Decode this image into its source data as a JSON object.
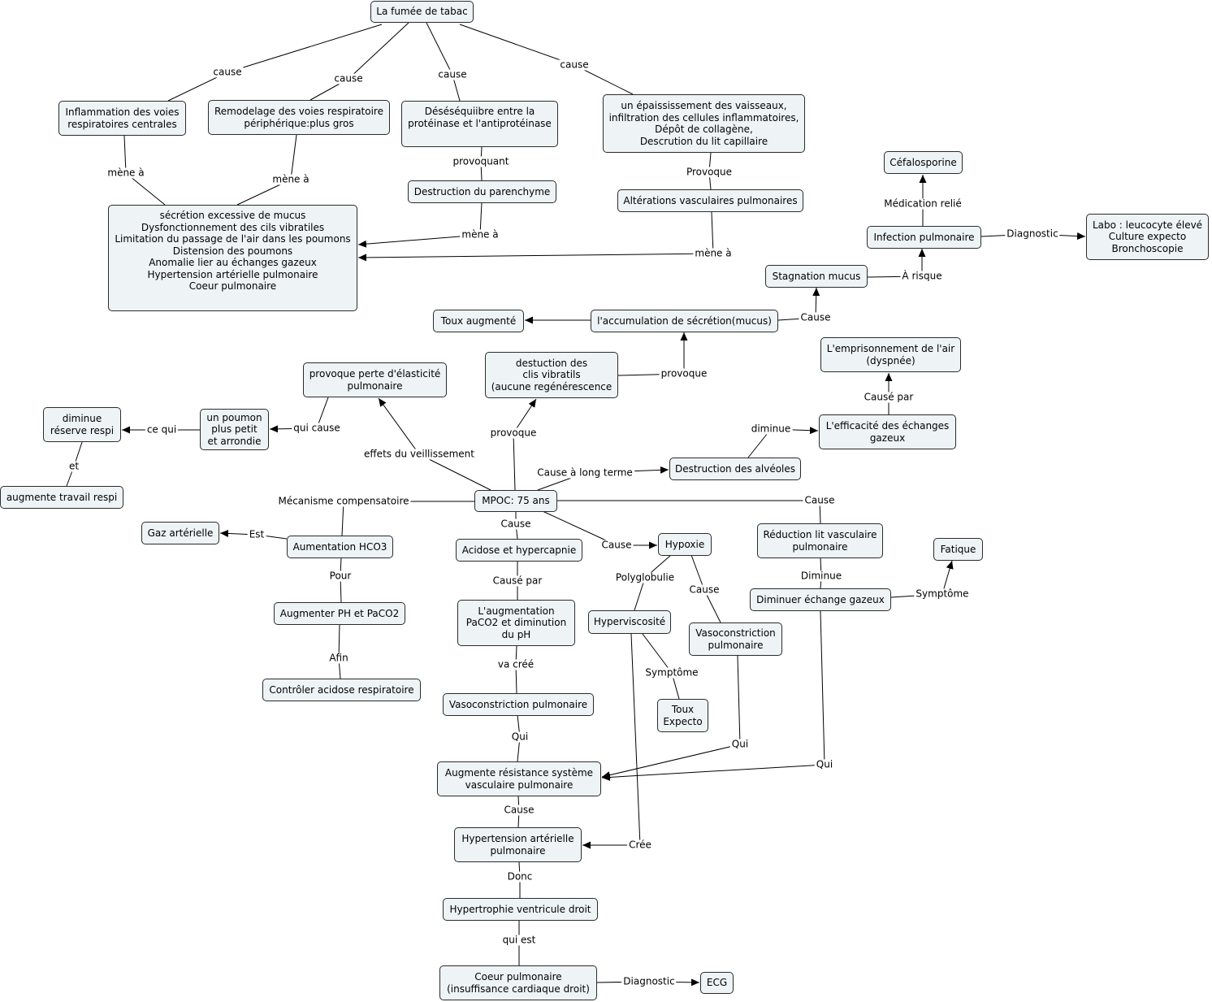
{
  "colors": {
    "node_fill": "#eef3f5",
    "node_border": "#2b2b2b",
    "line": "#000000",
    "background": "#ffffff"
  },
  "nodes": {
    "fumee_tabac": "La fumée de tabac",
    "inflammation_voies": "Inflammation des voies\nrespiratoires centrales",
    "remodelage_voies": "Remodelage des voies respiratoire\npériphérique:plus gros",
    "desequilibre_proteinase": "Déséséquiibre entre la\nprotéinase et l'antiprotéinase",
    "epaississement_vaisseaux": "un épaississement des vaisseaux,\ninfiltration des cellules inflammatoires,\nDépôt de collagène,\nDescrution du lit capillaire",
    "destruction_parenchyme": "Destruction du parenchyme",
    "alterations_vasculaires": "Altérations vasculaires pulmonaires",
    "consequences": "sécrétion excessive de mucus\nDysfonctionnement des cils vibratiles\nLimitation du passage de l'air dans les poumons\nDistension des poumons\nAnomalie lier au échanges gazeux\nHypertension artérielle pulmonaire\nCoeur pulmonaire",
    "cefalosporine": "Céfalosporine",
    "infection_pulmonaire": "Infection pulmonaire",
    "labo": "Labo : leucocyte élevé\nCulture expecto\nBronchoscopie",
    "stagnation_mucus": "Stagnation mucus",
    "toux_augmente": "Toux augmenté",
    "accumulation_secretion": "l'accumulation de sécrétion(mucus)",
    "emprisonnement_air": "L'emprisonnement de l'air\n(dyspnée)",
    "perte_elasticite": "provoque perte d'élasticité\npulmonaire",
    "destruction_cils": "destuction des\nclis vibratils\n(aucune regénérescence",
    "diminue_reserve": "diminue\nréserve respi",
    "poumon_petit": "un poumon\nplus petit\net arrondie",
    "efficacite_echanges": "L'efficacité des échanges\ngazeux",
    "destruction_alveoles": "Destruction des alvéoles",
    "travail_respi": "augmente travail respi",
    "mpoc": "MPOC: 75 ans",
    "gaz_arterielle": "Gaz artérielle",
    "augmentation_hco3": "Aumentation HCO3",
    "acidose_hypercapnie": "Acidose et hypercapnie",
    "hypoxie": "Hypoxie",
    "reduction_lit": "Réduction lit vasculaire\npulmonaire",
    "fatique": "Fatique",
    "diminuer_echange": "Diminuer échange gazeux",
    "augmenter_ph": "Augmenter PH et PaCO2",
    "augmentation_paco2": "L'augmentation\nPaCO2 et diminution\ndu pH",
    "hyperviscosite": "Hyperviscosité",
    "vasoconstriction_droite": "Vasoconstriction\npulmonaire",
    "controler_acidose": "Contrôler acidose respiratoire",
    "vasoconstriction_centre": "Vasoconstriction pulmonaire",
    "toux_expecto": "Toux\nExpecto",
    "resistance_vasculaire": "Augmente résistance système\nvasculaire pulmonaire",
    "hypertension": "Hypertension artérielle\npulmonaire",
    "hypertrophie": "Hypertrophie ventricule droit",
    "coeur_pulmonaire": "Coeur pulmonaire\n(insuffisance cardiaque droit)",
    "ecg": "ECG"
  },
  "links": {
    "fumee_inflammation": "cause",
    "fumee_remodelage": "cause",
    "fumee_desequilibre": "cause",
    "fumee_epaississement": "cause",
    "inflammation_consequences": "mène à",
    "remodelage_consequences": "mène à",
    "desequilibre_parenchyme": "provoquant",
    "parenchyme_consequences": "mène à",
    "epaississement_alterations": "Provoque",
    "alterations_consequences": "mène à",
    "infection_cefalosporine": "Médication relié",
    "infection_labo": "Diagnostic",
    "stagnation_infection": "À risque",
    "accumulation_stagnation": "Cause",
    "cils_accumulation": "provoque",
    "efficacite_emprisonnement": "Causé par",
    "alveoles_efficacite": "diminue",
    "mpoc_cils": "provoque",
    "mpoc_elasticite": "effets du veillissement",
    "elasticite_poumon": "qui cause",
    "poumon_reserve": "ce qui",
    "reserve_travail": "et",
    "mpoc_alveoles": "Cause à long terme",
    "mpoc_hco3": "Mécanisme compensatoire",
    "hco3_gaz": "Est",
    "hco3_ph": "Pour",
    "ph_controler": "Afin",
    "mpoc_acidose": "Cause",
    "acidose_paco2": "Causé par",
    "paco2_vasoconstriction": "va créé",
    "vasoconstriction_resistance": "Qui",
    "resistance_hypertension": "Cause",
    "hypertension_hypertrophie": "Donc",
    "hypertrophie_coeur": "qui est",
    "coeur_ecg": "Diagnostic",
    "mpoc_hypoxie": "Cause",
    "hypoxie_hyperviscosite": "Polyglobulie",
    "hypoxie_vasoconstriction": "Cause",
    "hyperviscosite_toux": "Symptôme",
    "hyperviscosite_hypertension": "Crée",
    "vasoconstriction_droite_resistance": "Qui",
    "mpoc_reduction": "Cause",
    "reduction_diminuer": "Diminue",
    "diminuer_fatique": "Symptôme",
    "diminuer_resistance": "Qui"
  }
}
